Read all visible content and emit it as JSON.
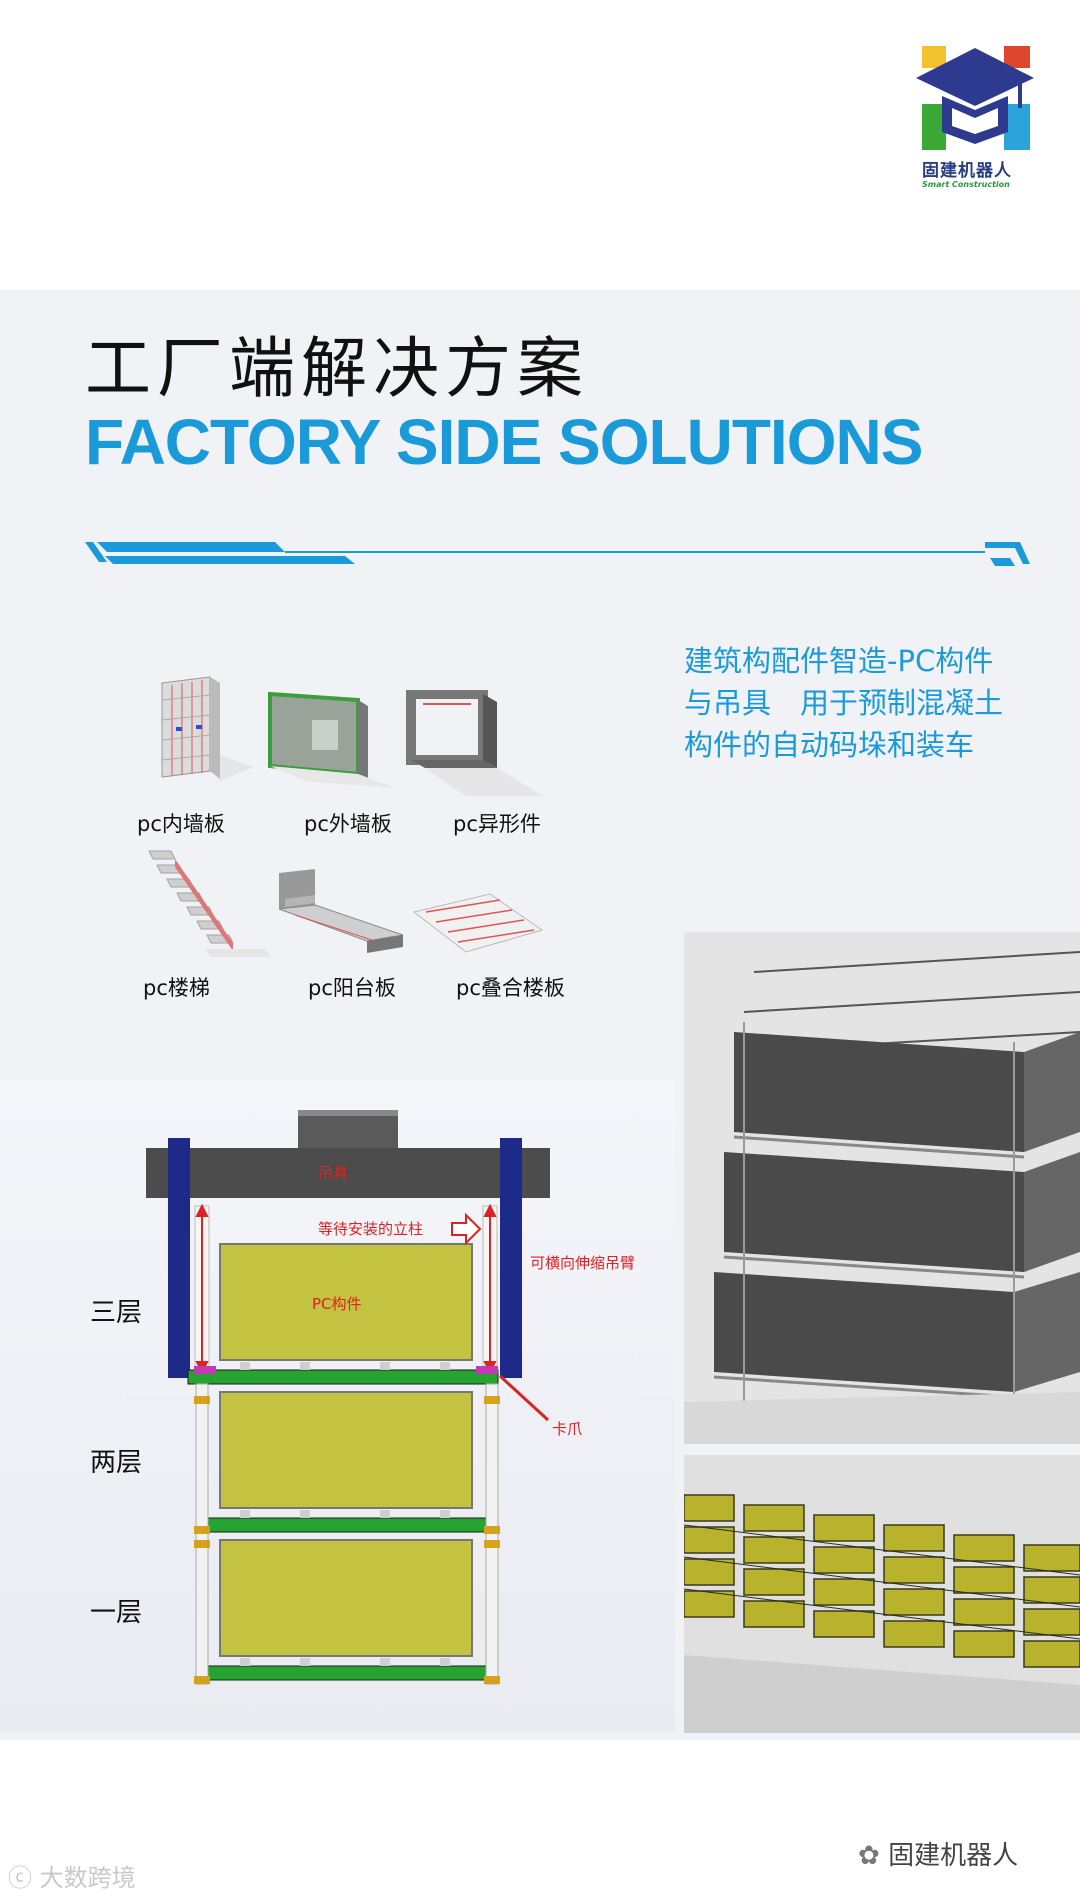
{
  "logo": {
    "name_cn": "固建机器人",
    "name_en": "Smart Construction"
  },
  "heading": {
    "cn": "工厂端解决方案",
    "en": "FACTORY SIDE SOLUTIONS"
  },
  "description": {
    "lines": [
      "建筑构配件智造-PC构件",
      "与吊具　用于预制混凝土",
      "构件的自动码垛和装车"
    ]
  },
  "components": [
    {
      "label": "pc内墙板",
      "icon": "inner-wall-panel-icon"
    },
    {
      "label": "pc外墙板",
      "icon": "outer-wall-panel-icon"
    },
    {
      "label": "pc异形件",
      "icon": "special-shaped-part-icon"
    },
    {
      "label": "pc楼梯",
      "icon": "stair-icon"
    },
    {
      "label": "pc阳台板",
      "icon": "balcony-slab-icon"
    },
    {
      "label": "pc叠合楼板",
      "icon": "composite-floor-slab-icon"
    }
  ],
  "diagram": {
    "beam_label": "吊具",
    "post_label": "等待安装的立柱",
    "arm_label": "可横向伸缩吊臂",
    "block_label": "PC构件",
    "claw_label": "卡爪",
    "layers": [
      "三层",
      "两层",
      "一层"
    ]
  },
  "footer": {
    "watermark_left": "大数跨境",
    "watermark_right": "固建机器人"
  },
  "colors": {
    "accent": "#1a9ad9",
    "diagram_blue": "#1d2a8a",
    "diagram_green": "#27a331",
    "diagram_yellow": "#c3c341",
    "panel_bg": "#f1f2f6"
  }
}
